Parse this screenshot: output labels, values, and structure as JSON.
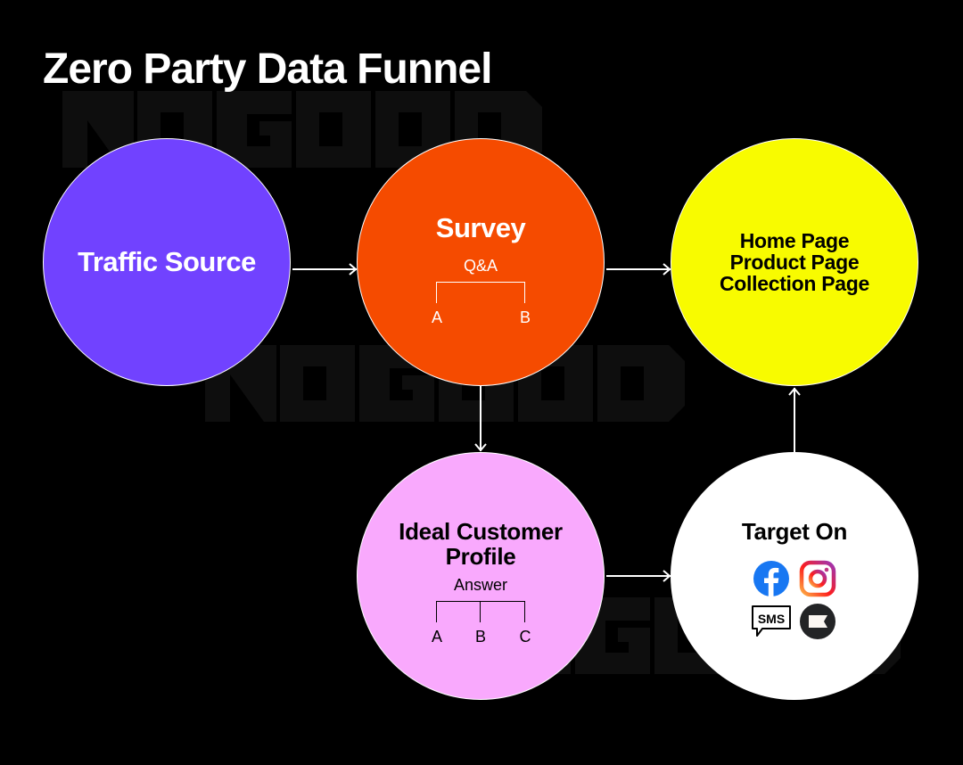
{
  "title": "Zero Party Data Funnel",
  "watermark_text": "NOGOOD",
  "colors": {
    "background": "#000000",
    "watermark": "#0e0e0e",
    "traffic_source": "#7142ff",
    "survey": "#f54b00",
    "pages": "#f8fb00",
    "ideal_customer_profile": "#f9a9fd",
    "target_on": "#ffffff",
    "arrows": "#ffffff"
  },
  "nodes": {
    "traffic_source": {
      "label": "Traffic Source"
    },
    "survey": {
      "label": "Survey",
      "sublabel": "Q&A",
      "options": [
        "A",
        "B"
      ]
    },
    "pages": {
      "lines": [
        "Home Page",
        "Product Page",
        "Collection Page"
      ]
    },
    "ideal_customer_profile": {
      "label_line1": "Ideal Customer",
      "label_line2": "Profile",
      "sublabel": "Answer",
      "options": [
        "A",
        "B",
        "C"
      ]
    },
    "target_on": {
      "label": "Target On",
      "channels": [
        {
          "name": "Facebook",
          "icon": "facebook-icon"
        },
        {
          "name": "Instagram",
          "icon": "instagram-icon"
        },
        {
          "name": "SMS",
          "icon": "sms-icon",
          "text": "SMS"
        },
        {
          "name": "Klaviyo",
          "icon": "klaviyo-flag-icon"
        }
      ]
    }
  },
  "edges": [
    {
      "from": "traffic_source",
      "to": "survey"
    },
    {
      "from": "survey",
      "to": "pages"
    },
    {
      "from": "survey",
      "to": "ideal_customer_profile"
    },
    {
      "from": "ideal_customer_profile",
      "to": "target_on"
    },
    {
      "from": "target_on",
      "to": "pages"
    }
  ]
}
